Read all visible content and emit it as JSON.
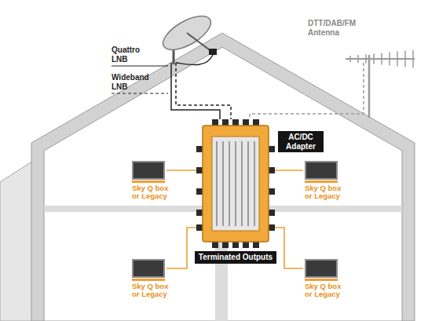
{
  "diagram": {
    "nodes": [
      {
        "text": [
          "AC/DC Adapter"
        ]
      },
      {
        "text": [
          "Sky Q box or Legacy"
        ]
      },
      {
        "text": [
          "Sky Q box or Legacy"
        ]
      },
      {
        "text": [
          "Terminated Outputs"
        ]
      },
      {
        "text": [
          "Sky Q box or Legacy"
        ]
      },
      {
        "text": [
          "Sky Q box or Legacy"
        ]
      }
    ],
    "labels": [
      "Quattro LNB",
      "Wideband LNB",
      "DTT/DAB/FM Antenna"
    ]
  }
}
